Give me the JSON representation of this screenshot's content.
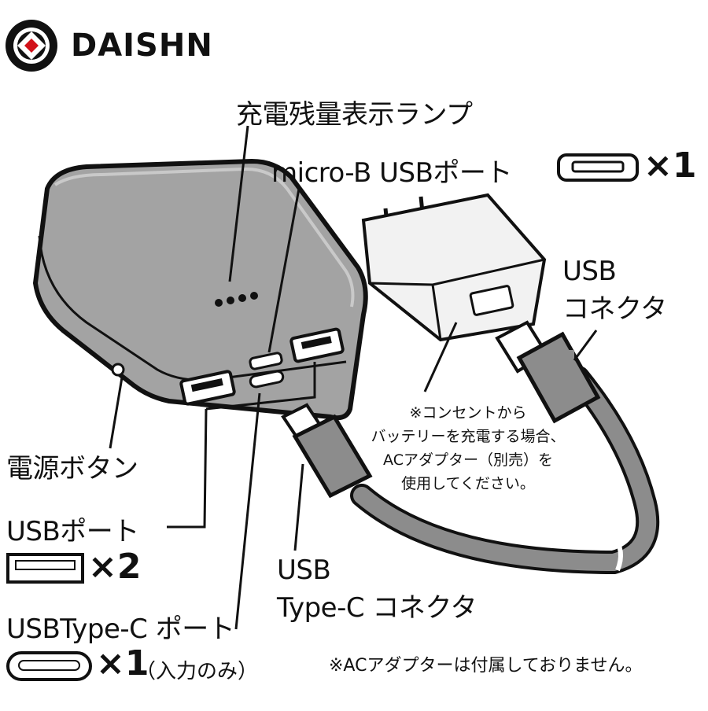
{
  "brand": {
    "name": "DAISHN"
  },
  "labels": {
    "indicator": "充電残量表示ランプ",
    "microb": "micro-B  USBポート",
    "microb_count": "×1",
    "usb_connector_1": "USB",
    "usb_connector_2": "コネクタ",
    "power_button": "電源ボタン",
    "usb_port": "USBポート",
    "usb_port_count": "×2",
    "typec_port": "USBType-C ポート",
    "typec_port_count": "×1",
    "typec_port_note": "（入力のみ）",
    "typec_connector_1": "USB",
    "typec_connector_2": "Type-C コネクタ"
  },
  "notes": {
    "charging_lines": [
      "※コンセントから",
      "バッテリーを充電する場合、",
      "ACアダプター（別売）を",
      "使用してください。"
    ],
    "footer": "※ACアダプターは付属しておりません。"
  },
  "colors": {
    "body": "#a3a3a3",
    "outline": "#111111",
    "adapter": "#f2f2f2",
    "cable": "#8c8c8c"
  }
}
